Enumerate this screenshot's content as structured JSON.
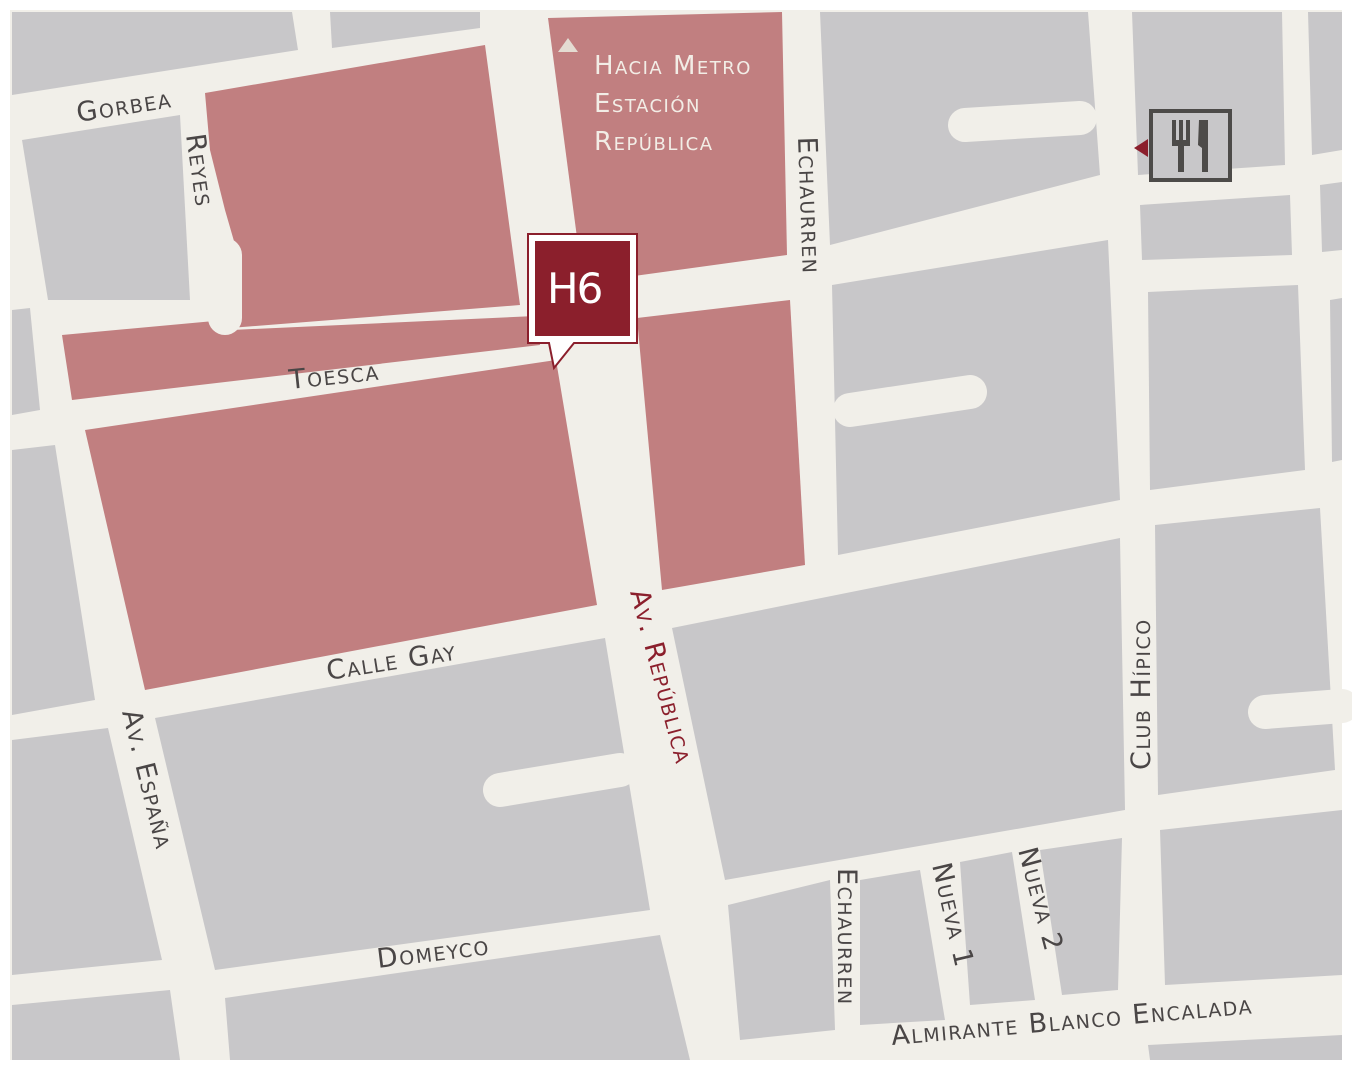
{
  "map": {
    "colors": {
      "background": "#f1efe9",
      "block": "#c8c7c9",
      "highlight_block": "#c17f80",
      "marker": "#8b1f2c",
      "icon_frame": "#4d4b49"
    },
    "streets": {
      "gorbea": "Gorbea",
      "reyes": "Reyes",
      "toesca": "Toesca",
      "calle_gay": "Calle Gay",
      "av_espana": "Av. España",
      "av_republica": "Av. República",
      "echaurren_north": "Echaurren",
      "echaurren_south": "Echaurren",
      "club_hipico": "Club Hípico",
      "domeyco": "Domeyco",
      "nueva_1": "Nueva 1",
      "nueva_2": "Nueva 2",
      "almirante_blanco_encalada": "Almirante Blanco Encalada"
    },
    "metro_note": {
      "line1": "Hacia Metro",
      "line2": "Estación",
      "line3": "República",
      "icon": "up-triangle-icon"
    },
    "marker": {
      "label": "H6",
      "icon": "location-pin-icon"
    },
    "restaurant": {
      "icon": "fork-knife-icon",
      "pointer_icon": "left-triangle-icon"
    }
  }
}
